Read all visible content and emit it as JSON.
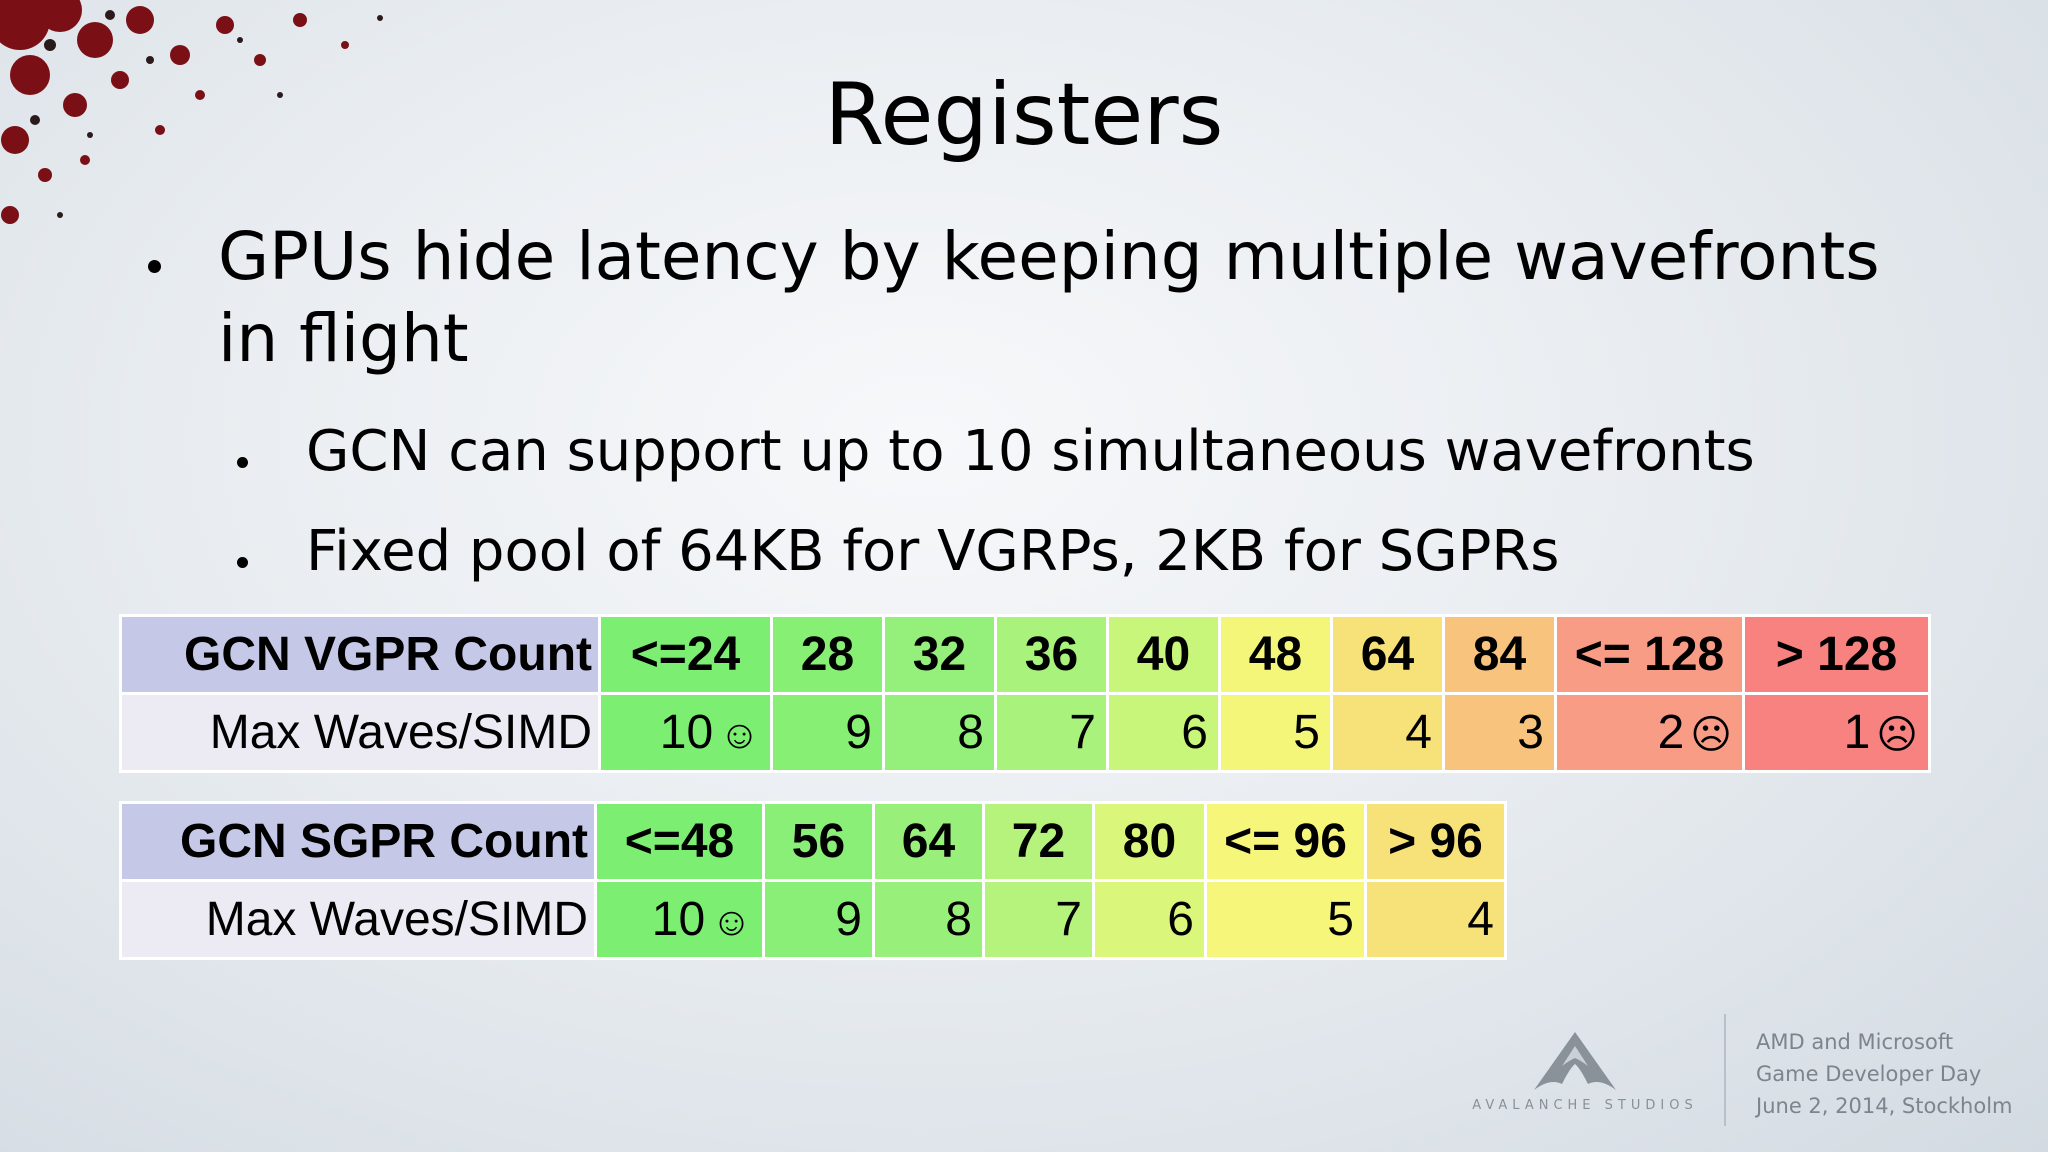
{
  "slide": {
    "title": "Registers",
    "bullets": [
      "GPUs hide latency by keeping multiple wavefronts in flight",
      "GCN can support up to 10 simultaneous wavefronts",
      "Fixed pool of 64KB for VGRPs, 2KB for SGPRs"
    ]
  },
  "tables": {
    "vgpr": {
      "header_label": "GCN VGPR Count",
      "row_label": "Max Waves/SIMD",
      "counts": [
        "<=24",
        "28",
        "32",
        "36",
        "40",
        "48",
        "64",
        "84",
        "<= 128",
        "> 128"
      ],
      "waves": [
        "10",
        "9",
        "8",
        "7",
        "6",
        "5",
        "4",
        "3",
        "2",
        "1"
      ],
      "symbols": [
        "☺",
        "",
        "",
        "",
        "",
        "",
        "",
        "",
        "☹",
        "☹"
      ],
      "colors": [
        "#7cee72",
        "#86ef74",
        "#94f07a",
        "#a9f27c",
        "#c8f67a",
        "#f4f67a",
        "#f7e27a",
        "#f8c37d",
        "#f89c86",
        "#f88280"
      ]
    },
    "sgpr": {
      "header_label": "GCN SGPR Count",
      "row_label": "Max Waves/SIMD",
      "counts": [
        "<=48",
        "56",
        "64",
        "72",
        "80",
        "<= 96",
        "> 96"
      ],
      "waves": [
        "10",
        "9",
        "8",
        "7",
        "6",
        "5",
        "4"
      ],
      "symbols": [
        "☺",
        "",
        "",
        "",
        "",
        "",
        ""
      ],
      "colors": [
        "#7cee72",
        "#8aef76",
        "#98f07a",
        "#b5f37d",
        "#daf67b",
        "#f6f67a",
        "#f7e27a"
      ]
    }
  },
  "footer": {
    "logo_text": "AVALANCHE STUDIOS",
    "event_lines": [
      "AMD and Microsoft",
      "Game Developer Day",
      "June 2, 2014, Stockholm"
    ]
  }
}
